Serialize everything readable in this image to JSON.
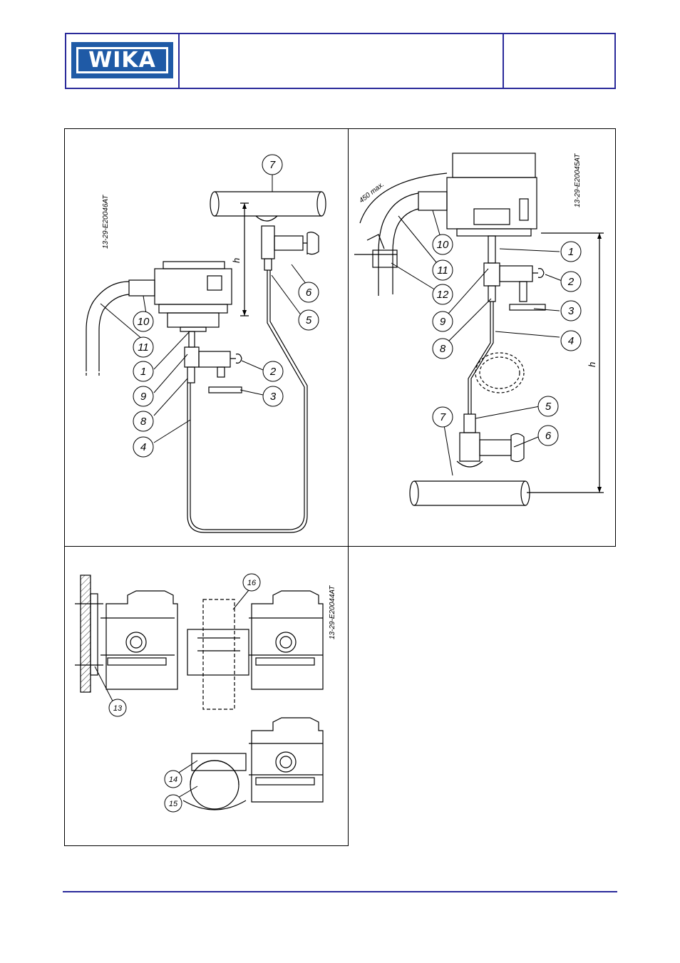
{
  "header": {
    "logo_text": "WIKA",
    "brand_color": "#1f5aa6",
    "frame_color": "#2a2a9a"
  },
  "figures": {
    "fig1": {
      "drawing_code": "13-29-E20046AT",
      "height_label": "h",
      "callouts": [
        "7",
        "6",
        "5",
        "10",
        "11",
        "1",
        "2",
        "9",
        "3",
        "8",
        "4"
      ]
    },
    "fig2": {
      "drawing_code": "13-29-E20045AT",
      "height_label": "h",
      "dimension": "450 max.",
      "callouts": [
        "10",
        "1",
        "11",
        "2",
        "12",
        "3",
        "9",
        "4",
        "8",
        "5",
        "7",
        "6"
      ]
    },
    "fig3": {
      "drawing_code": "13-29-E20044AT",
      "callouts": [
        "16",
        "13",
        "14",
        "15"
      ]
    }
  }
}
